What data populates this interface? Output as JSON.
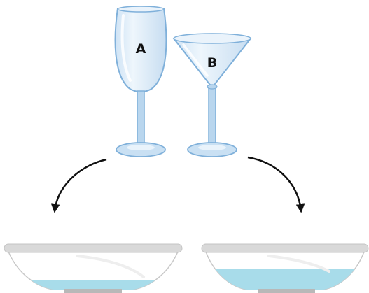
{
  "glasses": [
    {
      "label": "A",
      "shape": "wine-glass"
    },
    {
      "label": "B",
      "shape": "martini-glass"
    }
  ],
  "bowls": [
    {
      "water_level": "low"
    },
    {
      "water_level": "high"
    }
  ],
  "colors": {
    "glass_fill": "#dcecf8",
    "glass_outline": "#7fb0da",
    "glass_stem": "#b9d6ee",
    "water": "#a8dcea",
    "bowl_rim": "#d9d9d9",
    "bowl_body": "#ffffff",
    "bowl_outline": "#c8c8c8",
    "bowl_foot": "#b8b8b8",
    "arrow": "#111111"
  }
}
